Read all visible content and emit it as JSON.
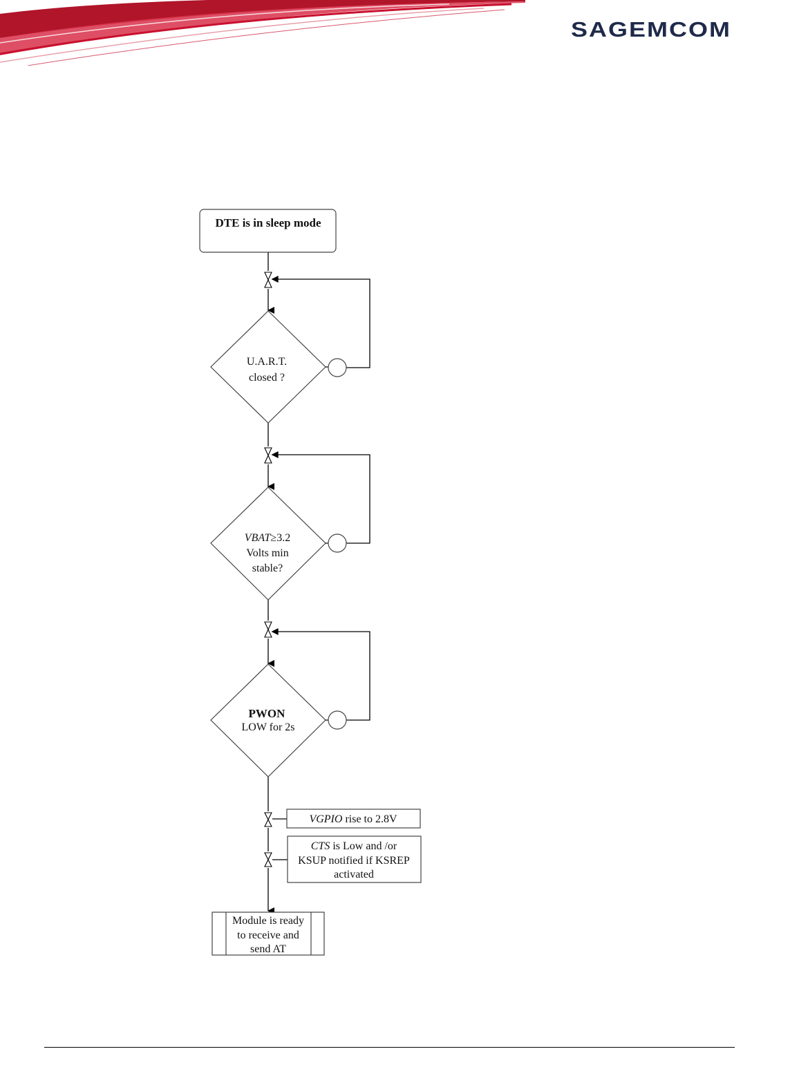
{
  "header": {
    "logo_text": "Sagemcom",
    "logo_display": "SAGEMCOM",
    "accent_color": "#c8102e",
    "logo_color": "#1f2a4a"
  },
  "flowchart": {
    "start": "DTE is in sleep mode",
    "decision_1": {
      "lines": [
        "U.A.R.T.",
        "closed ?"
      ]
    },
    "decision_2": {
      "line1_italic": "VBAT",
      "line1_rest": "≥3.2",
      "lines": [
        "Volts min",
        "stable?"
      ]
    },
    "decision_3": {
      "title": "PWON",
      "subtitle": "LOW for 2s"
    },
    "note_1": {
      "italic": "VGPIO",
      "rest": " rise to 2.8V"
    },
    "note_2": {
      "italic": "CTS",
      "rest": " is Low and /or",
      "lines": [
        "KSUP notified if KSREP",
        "activated"
      ]
    },
    "end": {
      "lines": [
        "Module is ready",
        "to receive and",
        "send AT"
      ]
    }
  }
}
